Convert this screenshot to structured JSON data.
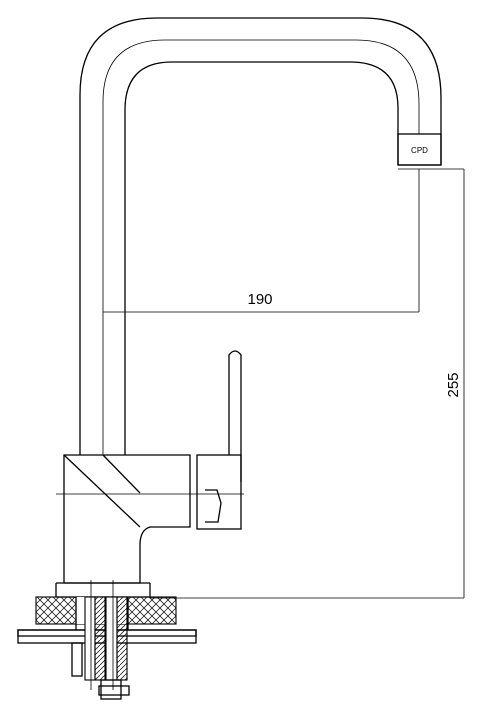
{
  "drawing": {
    "dimensions": {
      "reach": "190",
      "height": "255"
    },
    "aerator_label": "CPD"
  }
}
